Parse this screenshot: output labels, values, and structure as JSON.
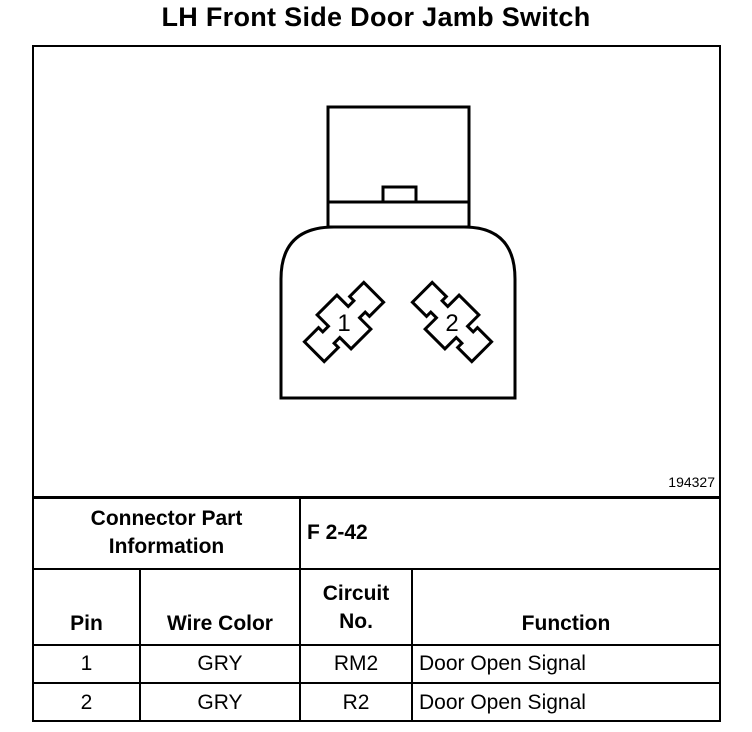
{
  "title": "LH Front Side Door Jamb Switch",
  "figure_id": "194327",
  "pins_in_diagram": [
    "1",
    "2"
  ],
  "connector": {
    "label_line1": "Connector Part",
    "label_line2": "Information",
    "value": "F 2-42"
  },
  "headers": {
    "pin": "Pin",
    "wire_color": "Wire Color",
    "circuit_line1": "Circuit",
    "circuit_line2": "No.",
    "function": "Function"
  },
  "rows": [
    {
      "pin": "1",
      "wire_color": "GRY",
      "circuit": "RM2",
      "function": "Door Open Signal"
    },
    {
      "pin": "2",
      "wire_color": "GRY",
      "circuit": "R2",
      "function": "Door Open Signal"
    }
  ]
}
